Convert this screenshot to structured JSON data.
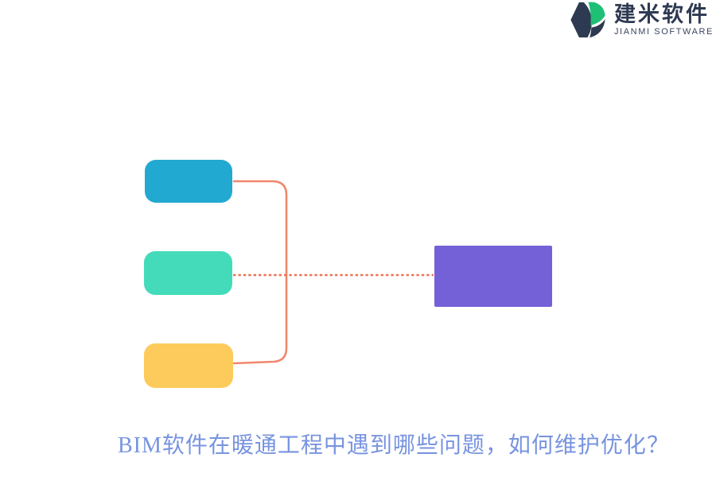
{
  "logo": {
    "brand_name": "建米软件",
    "brand_subtitle": "JIANMI SOFTWARE",
    "icon": "jianmi-hexagon-leaf-logo",
    "colors": {
      "navy": "#2E3A52",
      "green": "#1FBF75"
    }
  },
  "diagram": {
    "nodes": [
      {
        "id": "node-top",
        "shape": "rounded-rect",
        "color": "#22A9D2",
        "label": ""
      },
      {
        "id": "node-middle",
        "shape": "rounded-rect",
        "color": "#44DBBA",
        "label": ""
      },
      {
        "id": "node-bottom",
        "shape": "rounded-rect",
        "color": "#FDCB5C",
        "label": ""
      },
      {
        "id": "node-result",
        "shape": "rect",
        "color": "#7561D7",
        "label": ""
      }
    ],
    "connectors": [
      {
        "from": "node-top",
        "to": "node-bottom",
        "style": "solid-bracket",
        "color": "#F0876D"
      },
      {
        "from": "node-middle",
        "to": "node-result",
        "style": "dotted",
        "color": "#ED7355"
      }
    ]
  },
  "title": {
    "text": "BIM软件在暖通工程中遇到哪些问题，如何维护优化？",
    "color": "#7894E0"
  }
}
